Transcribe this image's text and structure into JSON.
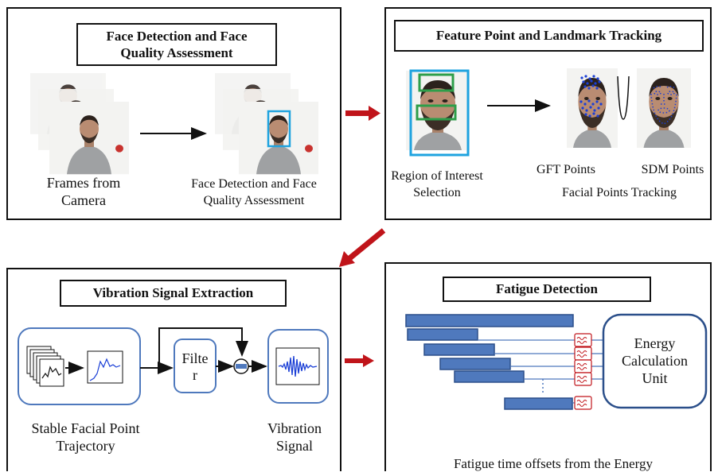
{
  "colors": {
    "panel_border": "#111111",
    "face_box": "#1fa3df",
    "roi_box": "#2e9e4a",
    "points": "#1b3fd6",
    "red_arrow": "#c0141a",
    "block_fill": "#4f79bd",
    "block_stroke": "#2b4f8a",
    "rounded_box": "#4f79bd",
    "filter_icon": "#c0141a"
  },
  "panel1": {
    "title_line1": "Face Detection and Face",
    "title_line2": "Quality Assessment",
    "frames_label_line1": "Frames from",
    "frames_label_line2": "Camera",
    "detect_label_line1": "Face Detection and Face",
    "detect_label_line2": "Quality Assessment"
  },
  "panel2": {
    "title": "Feature Point and Landmark Tracking",
    "roi_label_line1": "Region of Interest",
    "roi_label_line2": "Selection",
    "gft_label": "GFT Points",
    "sdm_label": "SDM Points",
    "tracking_label": "Facial Points Tracking"
  },
  "panel3": {
    "title": "Vibration Signal Extraction",
    "filter_line1": "Filte",
    "filter_line2": "r",
    "trajectory_label_line1": "Stable Facial Point",
    "trajectory_label_line2": "Trajectory",
    "vibration_label_line1": "Vibration",
    "vibration_label_line2": "Signal"
  },
  "panel4": {
    "title": "Fatigue Detection",
    "energy_line1": "Energy",
    "energy_line2": "Calculation",
    "energy_line3": "Unit",
    "offsets_label": "Fatigue time offsets from the Energy"
  },
  "icons": {
    "face": "person-face-icon",
    "red_arrow": "red-arrow-icon",
    "filter": "waveform-filter-icon"
  }
}
